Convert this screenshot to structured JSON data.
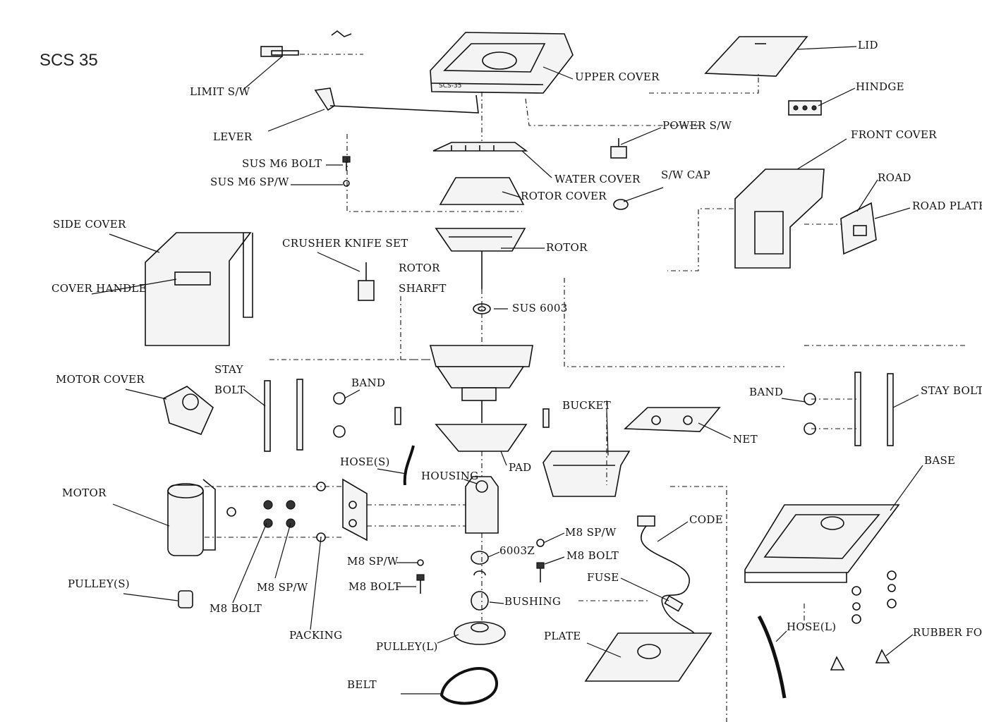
{
  "title": "SCS 35",
  "labels": {
    "lid": "LID",
    "upper_cover": "UPPER COVER",
    "hindge": "HINDGE",
    "limit_sw": "LIMIT S/W",
    "lever": "LEVER",
    "power_sw": "POWER S/W",
    "front_cover": "FRONT COVER",
    "sus_m6_bolt": "SUS M6 BOLT",
    "sus_m6_spw": "SUS M6 SP/W",
    "water_cover": "WATER COVER",
    "sw_cap": "S/W CAP",
    "road": "ROAD",
    "rotor_cover": "ROTOR COVER",
    "road_plate": "ROAD PLATE",
    "side_cover": "SIDE COVER",
    "crusher_knife_set": "CRUSHER KNIFE SET",
    "rotor": "ROTOR",
    "rotor_shaft_1": "ROTOR",
    "rotor_shaft_2": "SHARFT",
    "cover_handle": "COVER HANDLE",
    "sus_6003": "SUS 6003",
    "motor_cover": "MOTOR COVER",
    "stay": "STAY",
    "bolt": "BOLT",
    "band_left": "BAND",
    "bucket": "BUCKET",
    "band_right": "BAND",
    "stay_bolt": "STAY BOLT",
    "net": "NET",
    "hose_s": "HOSE(S)",
    "pad": "PAD",
    "housing": "HOUSING",
    "base": "BASE",
    "motor": "MOTOR",
    "m8_spw_right": "M8 SP/W",
    "code": "CODE",
    "bearing_6003z": "6003Z",
    "m8_bolt_right": "M8 BOLT",
    "m8_spw_center": "M8 SP/W",
    "fuse": "FUSE",
    "pulley_s": "PULLEY(S)",
    "m8_spw_left": "M8 SP/W",
    "m8_bolt_center": "M8 BOLT",
    "bushing": "BUSHING",
    "m8_bolt_left": "M8 BOLT",
    "hose_l": "HOSE(L)",
    "packing": "PACKING",
    "plate": "PLATE",
    "rubber_foot": "RUBBER FOOT",
    "pulley_l": "PULLEY(L)",
    "belt": "BELT"
  }
}
